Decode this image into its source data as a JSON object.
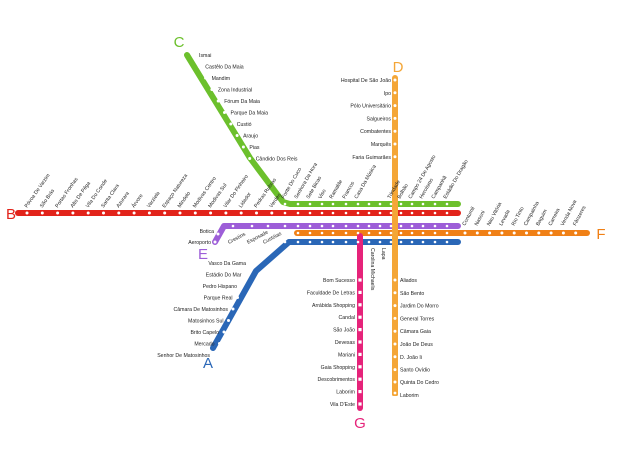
{
  "lines": [
    {
      "id": "A",
      "label": "A",
      "color": "#2a67b7"
    },
    {
      "id": "B",
      "label": "B",
      "color": "#e2231a"
    },
    {
      "id": "C",
      "label": "C",
      "color": "#6cc02c"
    },
    {
      "id": "D",
      "label": "D",
      "color": "#f4a637"
    },
    {
      "id": "E",
      "label": "E",
      "color": "#9d5ed8"
    },
    {
      "id": "F",
      "label": "F",
      "color": "#f08016"
    },
    {
      "id": "G",
      "label": "G",
      "color": "#e6237a"
    }
  ],
  "stations": {
    "A": [
      "Vasco Da Gama",
      "Estádio Do Mar",
      "Pedro Hispano",
      "Parque Real",
      "Câmara De Matosinhos",
      "Matosinhos Sul",
      "Brito Capelo",
      "Mercado",
      "Senhor De Matosinhos"
    ],
    "B_west": [
      "Póvoa De Varzim",
      "São Brás",
      "Portas Fronhas",
      "Alto De Pêga",
      "Vila Do Conde",
      "Santa Clara",
      "Azurara",
      "Árvore",
      "Varziela",
      "Espaço Natureza",
      "Mindelo",
      "Modivas Centro",
      "Modivas Sul",
      "Vilar Do Pinheiro",
      "Lidador",
      "Pedras Rubras",
      "Verdes"
    ],
    "C": [
      "Ismai",
      "Castêlo Da Maia",
      "Mandim",
      "Zona Industrial",
      "Fórum Da Maia",
      "Parque Da Maia",
      "Custió",
      "Araujo",
      "Pias",
      "Cândido Dos Reis"
    ],
    "trunk": [
      "Fonte Do Cuco",
      "Senhora Da Hora",
      "Sete Bicas",
      "Viso",
      "Ramalde",
      "Francos",
      "Casa Da Música",
      "Carolina Michaelis",
      "Lapa",
      "Trindade",
      "Bolhão",
      "Campo 24 De Agosto",
      "Heroísmo",
      "Campanhã",
      "Estádio Do Dragão"
    ],
    "D_north": [
      "Hospital De São João",
      "Ipo",
      "Pólo Universitário",
      "Salgueiros",
      "Combatentes",
      "Marquês",
      "Faria Guimarães"
    ],
    "D_south": [
      "Aliados",
      "São Bento",
      "Jardim Do Morro",
      "General Torres",
      "Câmara Gaia",
      "João De Deus",
      "D. João Ii",
      "Santo Ovídio"
    ],
    "D_bottom": [
      "Quinta Do Cedro",
      "Laborim"
    ],
    "E": [
      "Botica",
      "Aeroporto"
    ],
    "shared_west": [
      "Crestins",
      "Esposade",
      "Custóias"
    ],
    "F": [
      "Contumil",
      "Nasoni",
      "Nau Vitória",
      "Levada",
      "Rio Tinto",
      "Campainha",
      "Baguim",
      "Carreira",
      "Venda Nova",
      "Fânzeres"
    ],
    "G": [
      "Bom Sucesso",
      "Faculdade De Letras",
      "Arrábida Shopping",
      "Candal",
      "São João",
      "Devesas",
      "Mariani",
      "Gaia Shopping",
      "Descobrimentos",
      "Laborim",
      "Vila D'Este"
    ]
  }
}
